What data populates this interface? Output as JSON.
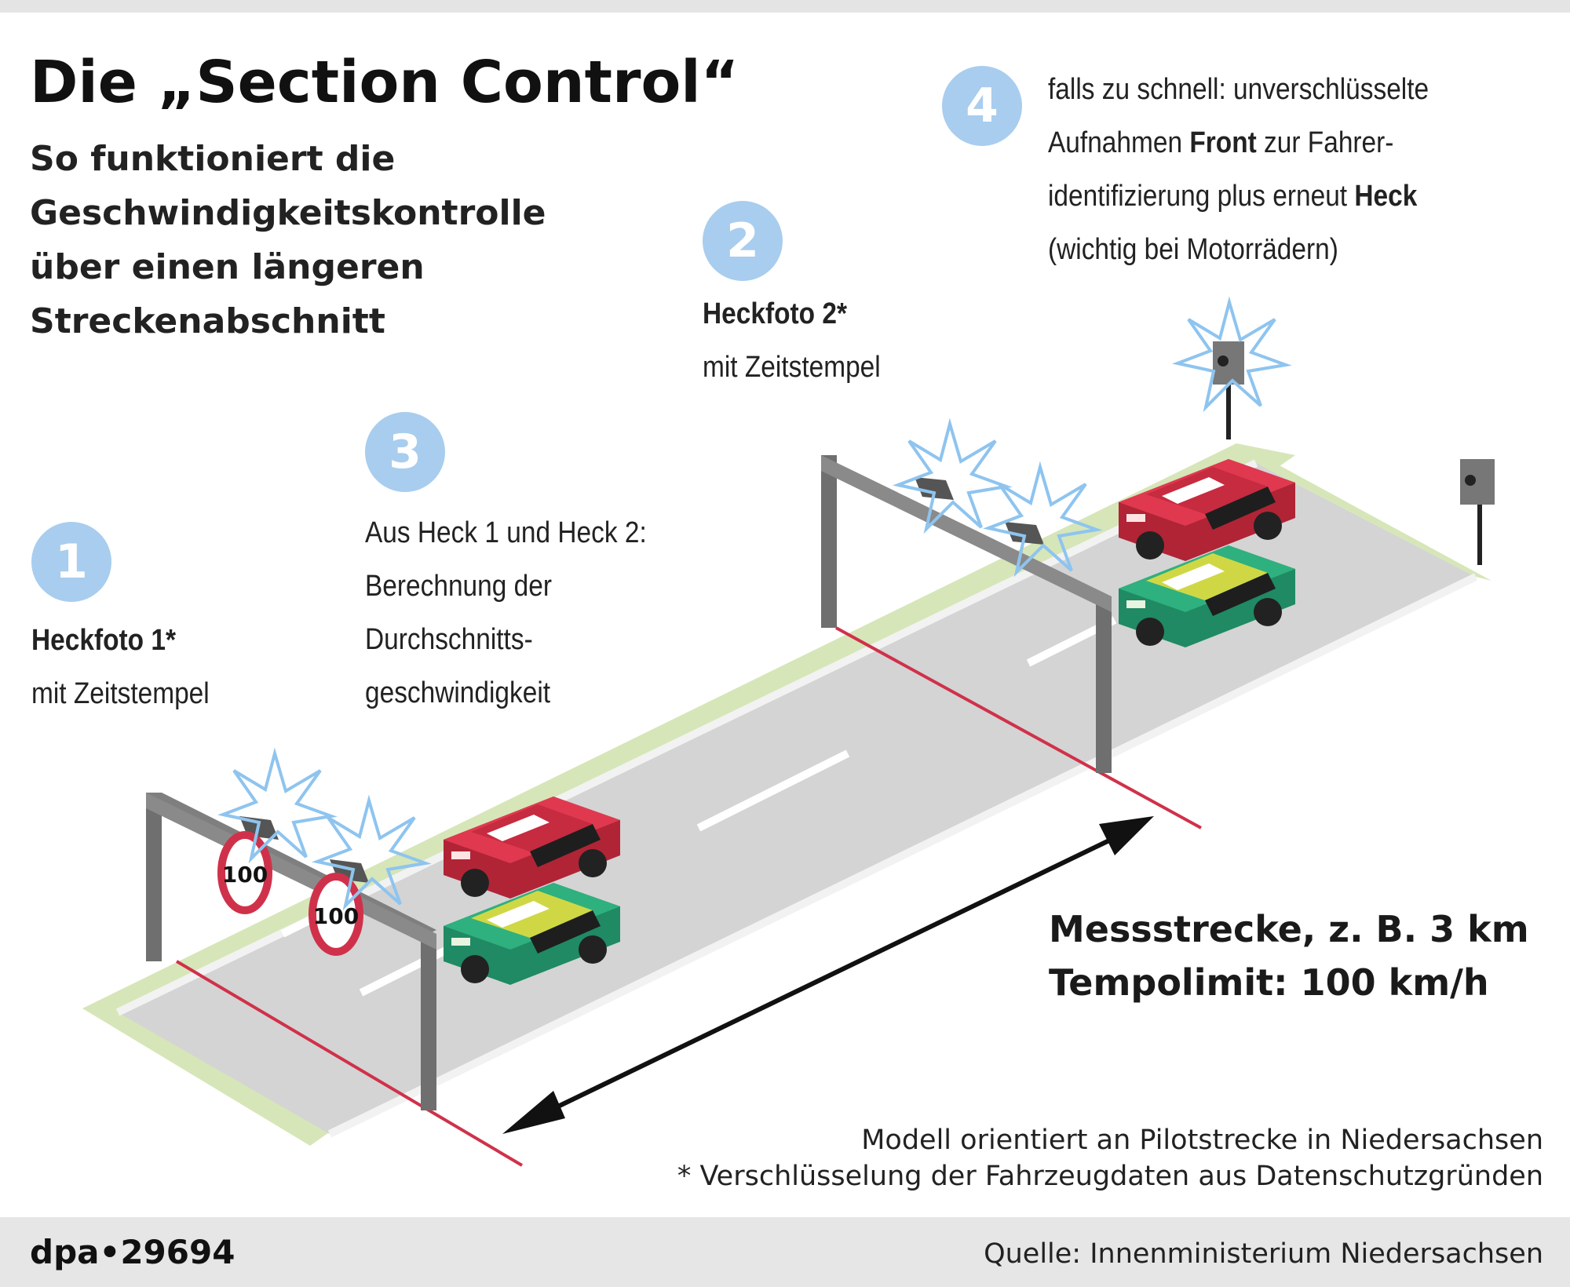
{
  "header": {
    "title": "Die „Section Control“",
    "subtitle": "So funktioniert die Geschwindigkeitskontrolle über einen längeren Streckenabschnitt"
  },
  "steps": [
    {
      "number": "1",
      "heading": "Heckfoto 1*",
      "text": "mit Zeitstempel"
    },
    {
      "number": "2",
      "heading": "Heckfoto 2*",
      "text": "mit Zeitstempel"
    },
    {
      "number": "3",
      "lines": [
        "Aus Heck 1 und Heck 2:",
        "Berechnung der",
        "Durchschnitts-",
        "geschwindigkeit"
      ]
    },
    {
      "number": "4",
      "line1": "falls zu schnell: unverschlüsselte",
      "line2_pre": "Aufnahmen ",
      "line2_bold": "Front",
      "line2_post": " zur Fahrer-",
      "line3_pre": "identifizierung plus erneut ",
      "line3_bold": "Heck",
      "line4": "(wichtig bei Motorrädern)"
    }
  ],
  "signs": {
    "speed_limit": "100"
  },
  "measurement": {
    "distance": "Messstrecke, z. B. 3 km",
    "limit": "Tempolimit: 100 km/h"
  },
  "notes": {
    "model": "Modell orientiert an Pilotstrecke in Niedersachsen",
    "encryption": "* Verschlüsselung der Fahrzeugdaten aus Datenschutzgründen"
  },
  "footer": {
    "agency": "dpa•29694",
    "source": "Quelle: Innenministerium Niedersachsen"
  },
  "colors": {
    "badge": "#a8cdee",
    "road": "#cfcfcf",
    "verge": "#d6e6b8",
    "gantry": "#7a7a7a",
    "red_car": "#d9354b",
    "green_car": "#2aa57a",
    "yellow_roof": "#cfd844",
    "line_red": "#d0314a"
  }
}
